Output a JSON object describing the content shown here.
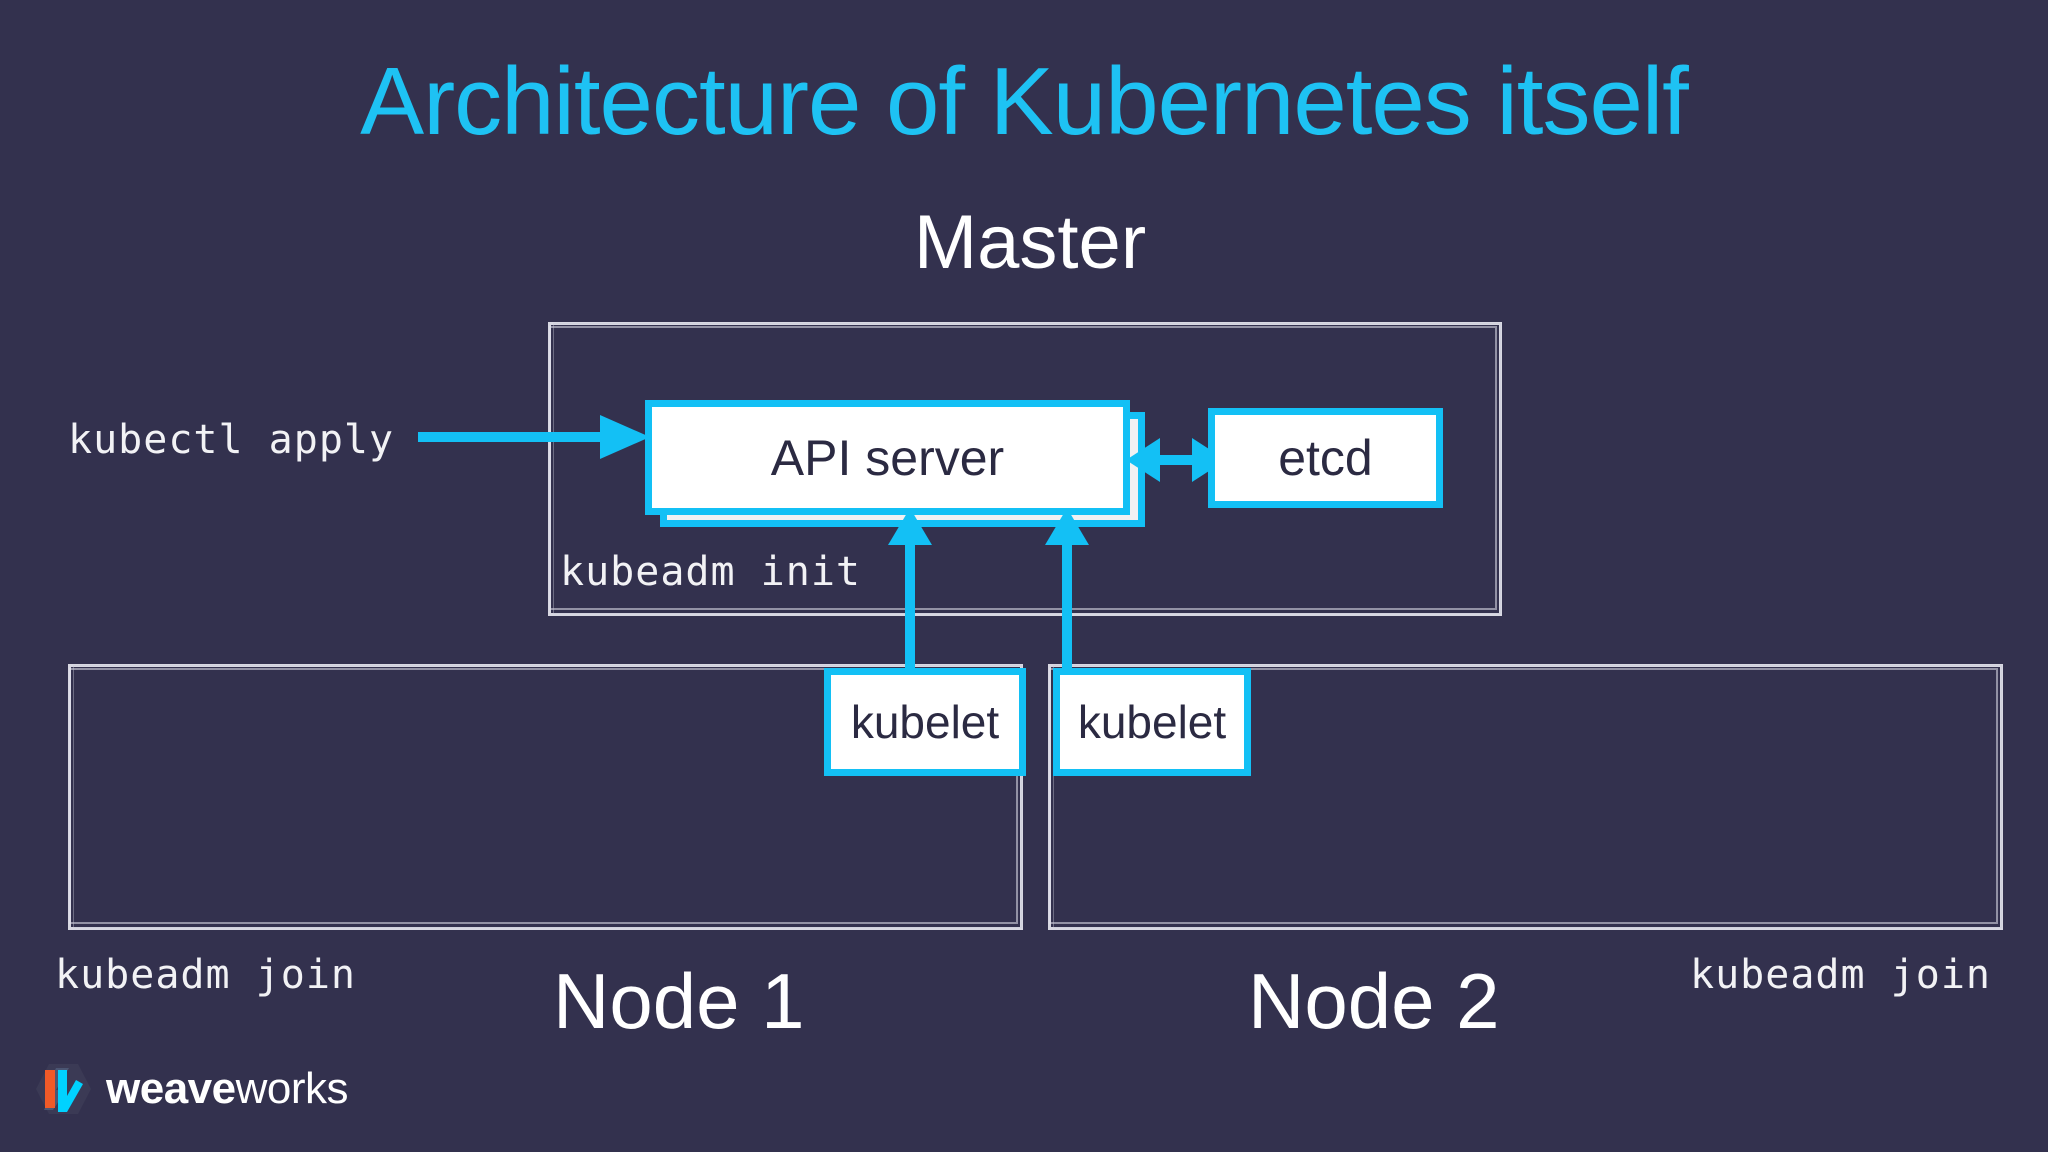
{
  "slide": {
    "title": "Architecture of Kubernetes itself",
    "background_color": "#33314e",
    "accent_color": "#13c0f5",
    "title_color": "#1ec2f3",
    "text_color": "#ffffff"
  },
  "master": {
    "label": "Master",
    "command": "kubeadm init",
    "components": [
      {
        "name": "api-server",
        "label": "API server",
        "stacked": true
      },
      {
        "name": "etcd",
        "label": "etcd",
        "stacked": false
      }
    ]
  },
  "nodes": [
    {
      "name": "node-1",
      "label": "Node 1",
      "command": "kubeadm join",
      "component": {
        "name": "kubelet",
        "label": "kubelet"
      }
    },
    {
      "name": "node-2",
      "label": "Node 2",
      "command": "kubeadm join",
      "component": {
        "name": "kubelet",
        "label": "kubelet"
      }
    }
  ],
  "external": {
    "kubectl_command": "kubectl apply"
  },
  "arrows": [
    {
      "name": "kubectl-apply-to-api-server",
      "from": "kubectl apply",
      "to": "API server",
      "direction": "one-way"
    },
    {
      "name": "api-server-to-etcd",
      "from": "API server",
      "to": "etcd",
      "direction": "two-way"
    },
    {
      "name": "kubelet1-to-api-server",
      "from": "kubelet (Node 1)",
      "to": "API server",
      "direction": "one-way"
    },
    {
      "name": "kubelet2-to-api-server",
      "from": "kubelet (Node 2)",
      "to": "API server",
      "direction": "one-way"
    }
  ],
  "branding": {
    "logo_name": "weaveworks",
    "logo_bold": "weave",
    "logo_light": "works",
    "logo_colors": {
      "orange": "#f05a28",
      "cyan": "#00d2ff",
      "slate": "#4b5673"
    }
  }
}
